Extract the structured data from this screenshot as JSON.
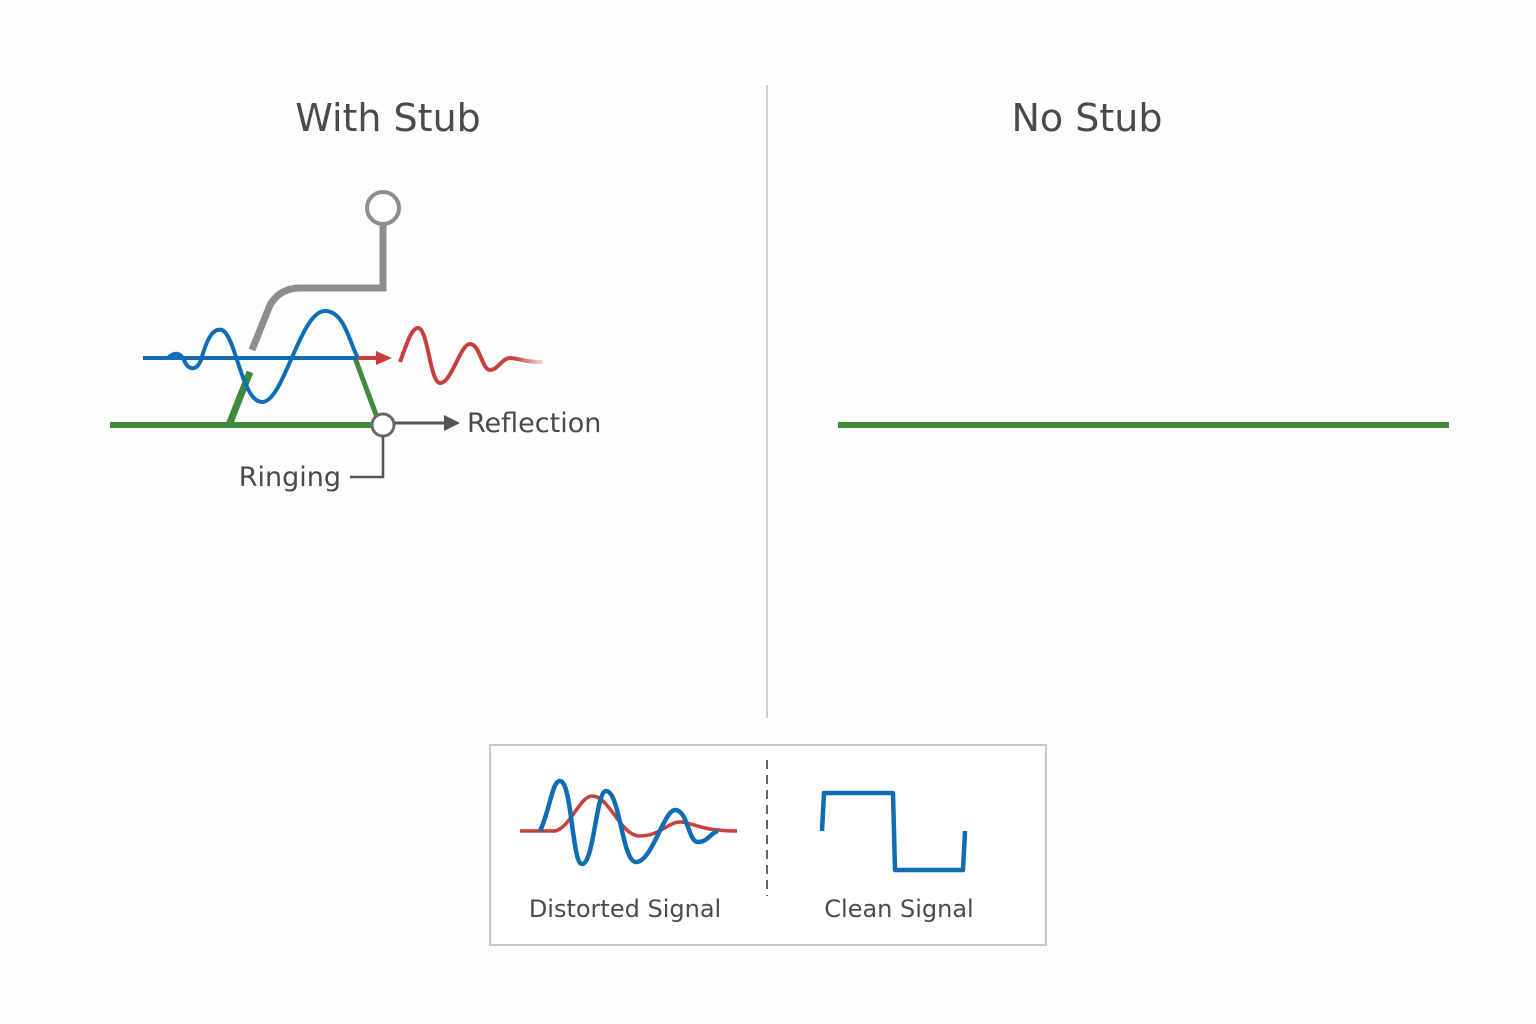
{
  "panels": {
    "left": {
      "title": "With Stub",
      "labels": {
        "reflection": "Reflection",
        "ringing": "Ringing"
      }
    },
    "right": {
      "title": "No Stub"
    }
  },
  "legend": {
    "distorted_label": "Distorted Signal",
    "clean_label": "Clean Signal"
  },
  "colors": {
    "trace_green": "#3f8a3a",
    "signal_blue": "#0e6db3",
    "reflection_red": "#c8403c",
    "stub_gray": "#8d8d90",
    "text": "#4a4a4c"
  }
}
